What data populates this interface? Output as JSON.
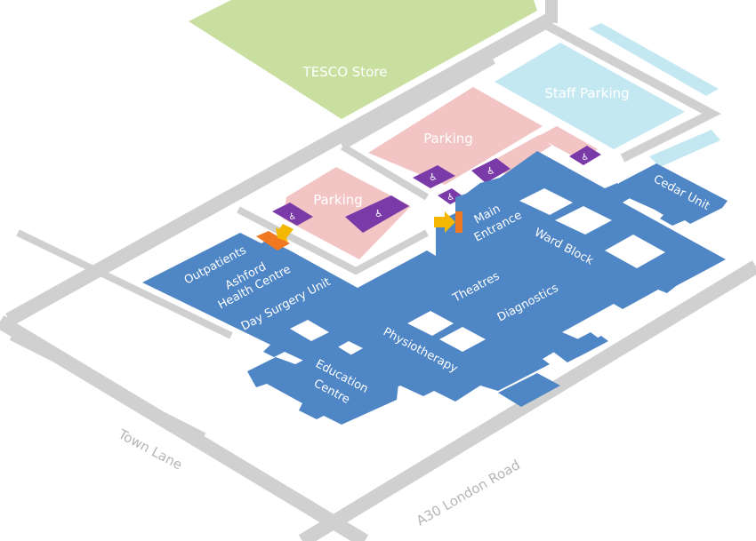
{
  "map": {
    "areas": {
      "tesco": "TESCO Store",
      "staff_parking": "Staff Parking",
      "parking_center": "Parking",
      "parking_left": "Parking",
      "cedar_unit": "Cedar Unit"
    },
    "building_labels": {
      "main_entrance_1": "Main",
      "main_entrance_2": "Entrance",
      "ward_block": "Ward Block",
      "outpatients": "Outpatients",
      "ashford_1": "Ashford",
      "ashford_2": "Health Centre",
      "day_surgery": "Day Surgery Unit",
      "theatres": "Theatres",
      "diagnostics": "Diagnostics",
      "physiotherapy": "Physiotherapy",
      "education_1": "Education",
      "education_2": "Centre"
    },
    "roads": {
      "town_lane": "Town Lane",
      "london_road": "A30 London Road"
    },
    "colors": {
      "building": "#4f86c6",
      "parking": "#f2c4c4",
      "staff_parking": "#c4e8f2",
      "tesco": "#c8dfa0",
      "road": "#d0d0d0",
      "disabled_bay": "#7a3aa8",
      "entrance_arrow": "#f5b800",
      "entrance_marker": "#f07820"
    },
    "icons": {
      "disabled_bay": "wheelchair-icon",
      "entrance": "arrow-icon"
    }
  }
}
